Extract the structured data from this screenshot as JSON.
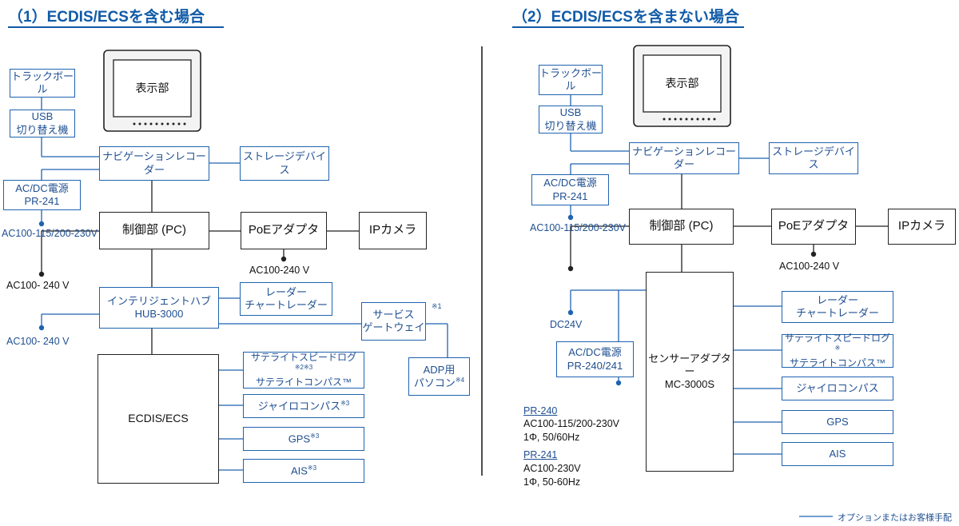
{
  "left": {
    "title": "（1）ECDIS/ECSを含む場合",
    "display": "表示部",
    "trackball": "トラックボール",
    "usb": "USB\n切り替え機",
    "vdr": "ナビゲーションレコーダー",
    "storage": "ストレージデバイス",
    "acdc": "AC/DC電源\nPR-241",
    "ac_vdr": "AC100-115/200-230V",
    "control": "制御部 (PC)",
    "poe": "PoEアダプタ",
    "ipcam": "IPカメラ",
    "ac_poe": "AC100-240 V",
    "ac_pc": "AC100- 240 V",
    "hub": "インテリジェントハブ\nHUB-3000",
    "ac_hub": "AC100- 240 V",
    "radar": "レーダー\nチャートレーダー",
    "gateway": "サービス\nゲートウェイ",
    "gateway_note": "※1",
    "adp": "ADP用\nパソコン",
    "adp_note": "※4",
    "ecdis": "ECDIS/ECS",
    "speedlog_line1": "サテライトスピードログ",
    "speedlog_note": "※2※3",
    "speedlog_line2": "サテライトコンパス™",
    "gyro": "ジャイロコンパス",
    "gyro_note": "※3",
    "gps": "GPS",
    "gps_note": "※3",
    "ais": "AIS",
    "ais_note": "※3"
  },
  "right": {
    "title": "（2）ECDIS/ECSを含まない場合",
    "display": "表示部",
    "trackball": "トラックボール",
    "usb": "USB\n切り替え機",
    "vdr": "ナビゲーションレコーダー",
    "storage": "ストレージデバイス",
    "acdc": "AC/DC電源\nPR-241",
    "ac_vdr": "AC100-115/200-230V",
    "control": "制御部 (PC)",
    "poe": "PoEアダプタ",
    "ipcam": "IPカメラ",
    "ac_poe": "AC100-240 V",
    "dc24": "DC24V",
    "acdc2": "AC/DC電源\nPR-240/241",
    "sensor": "センサーアダプター\nMC-3000S",
    "radar": "レーダー\nチャートレーダー",
    "speedlog_line1": "サテライトスピードログ",
    "speedlog_note": "※",
    "speedlog_line2": "サテライトコンパス™",
    "gyro": "ジャイロコンパス",
    "gps": "GPS",
    "ais": "AIS",
    "pr240_title": "PR-240",
    "pr240_line1": "AC100-115/200-230V",
    "pr240_line2": "1Φ, 50/60Hz",
    "pr241_title": "PR-241",
    "pr241_line1": "AC100-230V",
    "pr241_line2": "1Φ, 50-60Hz"
  },
  "legend": {
    "text": "オプションまたはお客様手配"
  },
  "colors": {
    "accent": "#0f5aa8",
    "option_line": "#1f63b0",
    "standard_line": "#222222"
  }
}
